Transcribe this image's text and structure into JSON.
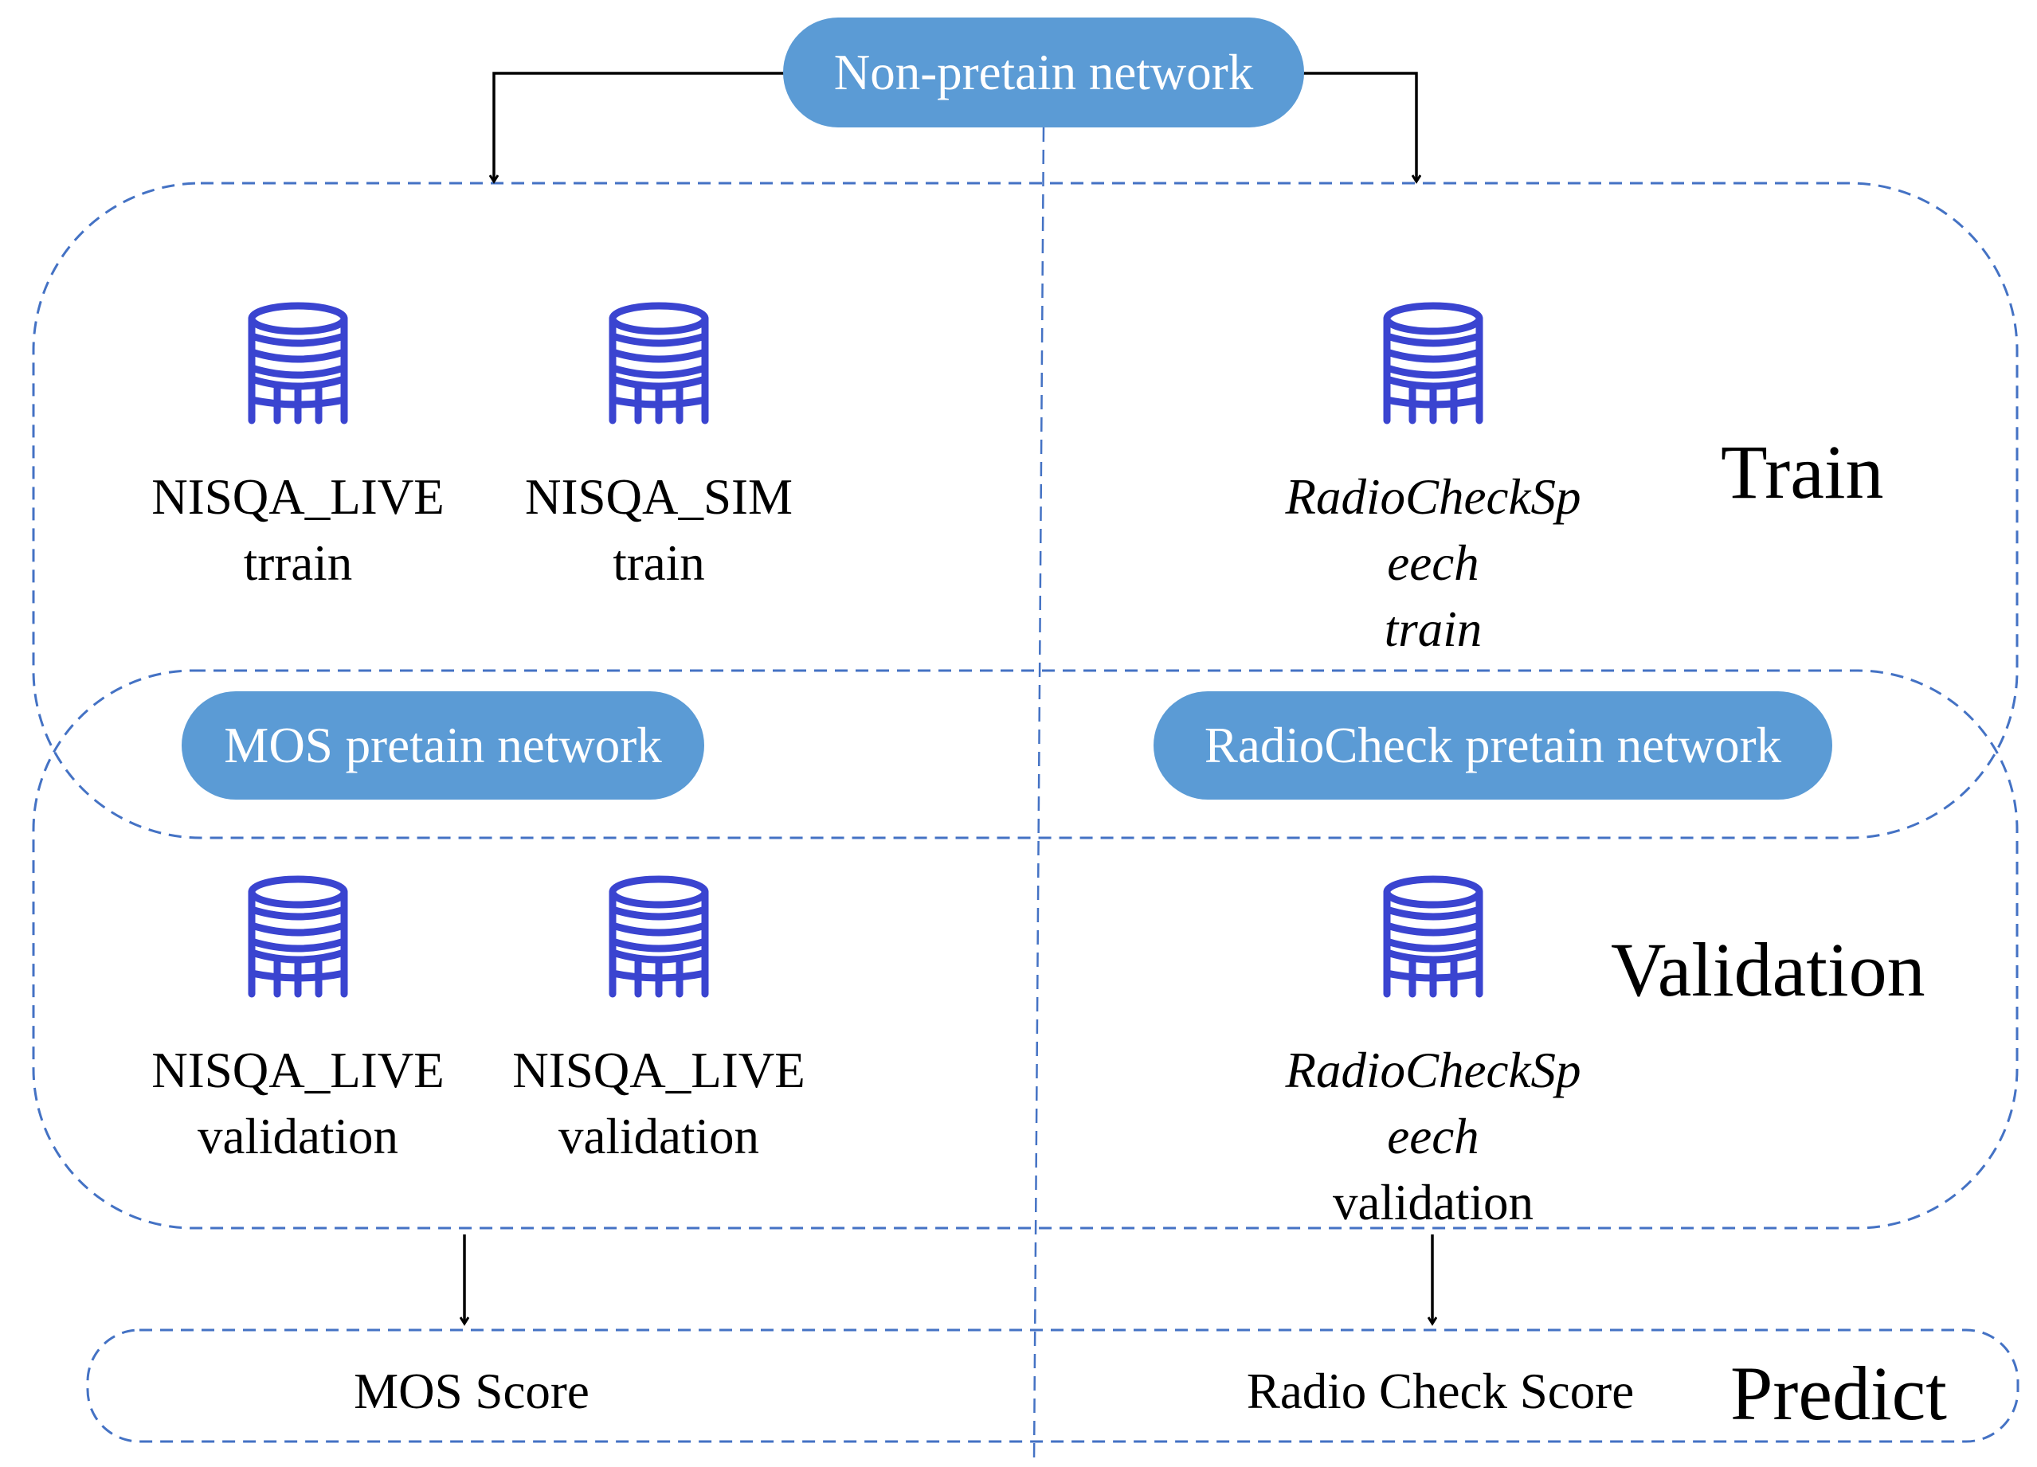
{
  "colors": {
    "pill_fill": "#5B9BD5",
    "dashed_border": "#4472C4",
    "database_icon": "#3A44D0",
    "arrow": "#000000"
  },
  "networks": {
    "top": "Non-pretain network",
    "left": "MOS pretain network",
    "right": "RadioCheck pretain network"
  },
  "sections": {
    "train": "Train",
    "validation": "Validation",
    "predict": "Predict"
  },
  "train_datasets": {
    "d1": {
      "icon": "database-icon",
      "lines": [
        "NISQA_LIVE",
        "trrain"
      ]
    },
    "d2": {
      "icon": "database-icon",
      "lines": [
        "NISQA_SIM",
        "train"
      ]
    },
    "d3": {
      "icon": "database-icon",
      "lines": [
        "RadioCheckSp",
        "eech",
        "train"
      ]
    }
  },
  "validation_datasets": {
    "d1": {
      "icon": "database-icon",
      "lines": [
        "NISQA_LIVE",
        "validation"
      ]
    },
    "d2": {
      "icon": "database-icon",
      "lines": [
        "NISQA_LIVE",
        "validation"
      ]
    },
    "d3": {
      "icon": "database-icon",
      "lines": [
        "RadioCheckSp",
        "eech",
        "validation"
      ]
    }
  },
  "outputs": {
    "left": "MOS Score",
    "right": "Radio Check Score"
  }
}
